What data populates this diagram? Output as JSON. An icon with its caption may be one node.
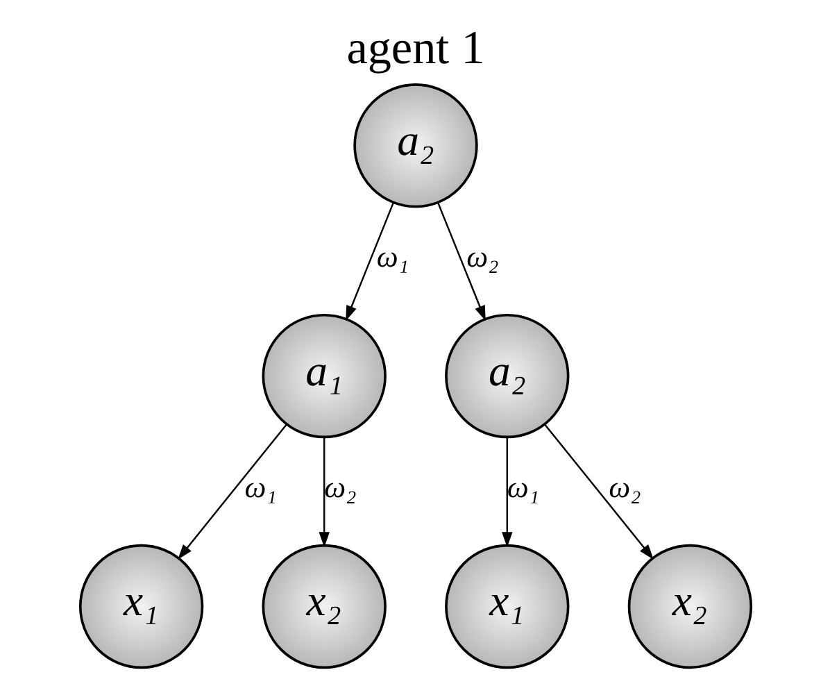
{
  "diagram": {
    "title": "agent 1",
    "nodes": [
      {
        "text": [
          "a₂"
        ]
      },
      {
        "text": [
          "a₁"
        ]
      },
      {
        "text": [
          "a₂"
        ]
      },
      {
        "text": [
          "x₁"
        ]
      },
      {
        "text": [
          "x₂"
        ]
      },
      {
        "text": [
          "x₁"
        ]
      },
      {
        "text": [
          "x₂"
        ]
      }
    ],
    "edges": [
      {
        "from": 0,
        "to": 1,
        "arrow": "to",
        "label": "ω₁"
      },
      {
        "from": 0,
        "to": 2,
        "arrow": "to",
        "label": "ω₂"
      },
      {
        "from": 1,
        "to": 3,
        "arrow": "to",
        "label": "ω₁"
      },
      {
        "from": 1,
        "to": 4,
        "arrow": "to",
        "label": "ω₂"
      },
      {
        "from": 2,
        "to": 5,
        "arrow": "to",
        "label": "ω₁"
      },
      {
        "from": 2,
        "to": 6,
        "arrow": "to",
        "label": "ω₂"
      }
    ]
  }
}
